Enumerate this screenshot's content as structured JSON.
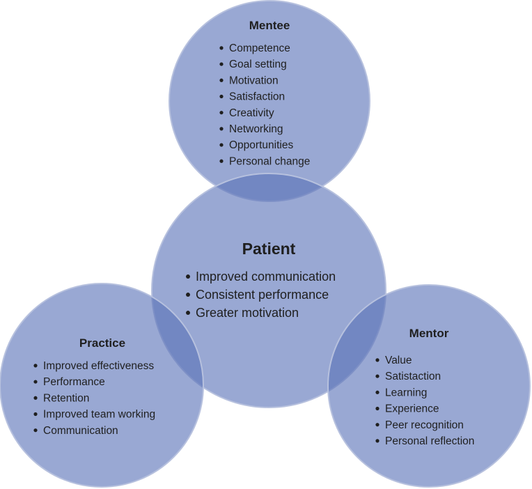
{
  "circles": {
    "mentee": {
      "title": "Mentee",
      "items": [
        "Competence",
        "Goal setting",
        "Motivation",
        "Satisfaction",
        "Creativity",
        "Networking",
        "Opportunities",
        "Personal change"
      ]
    },
    "patient": {
      "title": "Patient",
      "items": [
        "Improved communication",
        "Consistent performance",
        "Greater motivation"
      ]
    },
    "practice": {
      "title": "Practice",
      "items": [
        "Improved effectiveness",
        "Performance",
        "Retention",
        "Improved team working",
        "Communication"
      ]
    },
    "mentor": {
      "title": "Mentor",
      "items": [
        "Value",
        "Satistaction",
        "Learning",
        "Experience",
        "Peer recognition",
        "Personal reflection"
      ]
    }
  },
  "colors": {
    "circle_fill": "#5a72b8",
    "circle_edge": "#b7c1de",
    "text": "#1f1f1f"
  }
}
